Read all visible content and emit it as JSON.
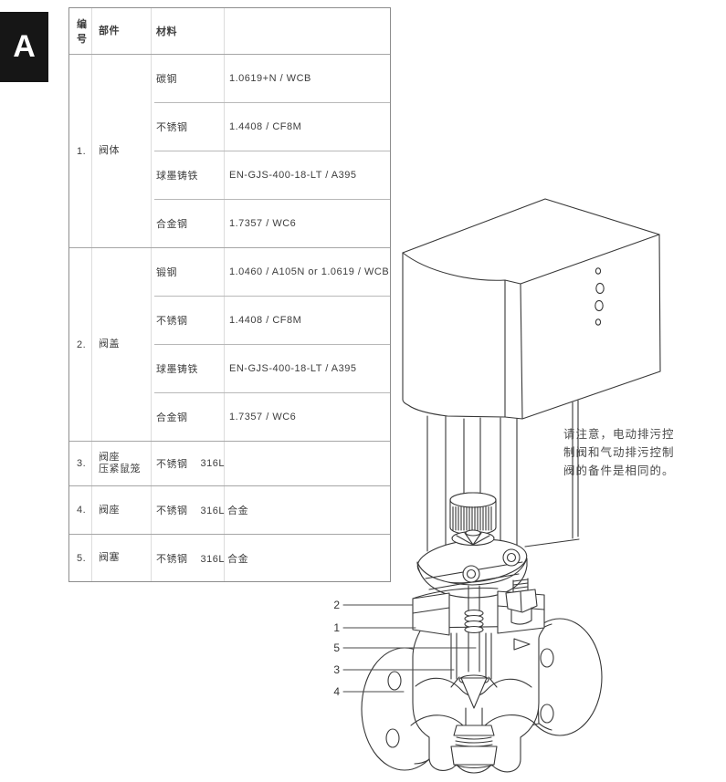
{
  "section_label": "A",
  "table": {
    "header": {
      "no": "编号",
      "part": "部件",
      "material": "材料"
    },
    "rows": [
      {
        "no": "1.",
        "part": "阀体",
        "materials": [
          {
            "name": "碳钢",
            "value": "1.0619+N / WCB"
          },
          {
            "name": "不锈钢",
            "value": "1.4408 / CF8M"
          },
          {
            "name": "球墨铸铁",
            "value": "EN-GJS-400-18-LT / A395"
          },
          {
            "name": "合金钢",
            "value": "1.7357 / WC6"
          }
        ]
      },
      {
        "no": "2.",
        "part": "阀盖",
        "materials": [
          {
            "name": "锻钢",
            "value": "1.0460 / A105N or 1.0619 / WCB"
          },
          {
            "name": "不锈钢",
            "value": "1.4408 / CF8M"
          },
          {
            "name": "球墨铸铁",
            "value": "EN-GJS-400-18-LT / A395"
          },
          {
            "name": "合金钢",
            "value": "1.7357 / WC6"
          }
        ]
      },
      {
        "no": "3.",
        "part": "阀座\n压紧鼠笼",
        "materials": [
          {
            "name": "不锈钢",
            "value": "316L",
            "inline": true
          }
        ]
      },
      {
        "no": "4.",
        "part": "阀座",
        "materials": [
          {
            "name": "不锈钢",
            "value": "316L 合金",
            "inline": true
          }
        ]
      },
      {
        "no": "5.",
        "part": "阀塞",
        "materials": [
          {
            "name": "不锈钢",
            "value": "316L 合金",
            "inline": true
          }
        ]
      }
    ]
  },
  "note": {
    "lines": [
      "请注意，电动排污控",
      "制阀和气动排污控制",
      "阀的备件是相同的。"
    ]
  },
  "drawing": {
    "callouts": [
      {
        "label": "2"
      },
      {
        "label": "1"
      },
      {
        "label": "5"
      },
      {
        "label": "3"
      },
      {
        "label": "4"
      }
    ]
  }
}
